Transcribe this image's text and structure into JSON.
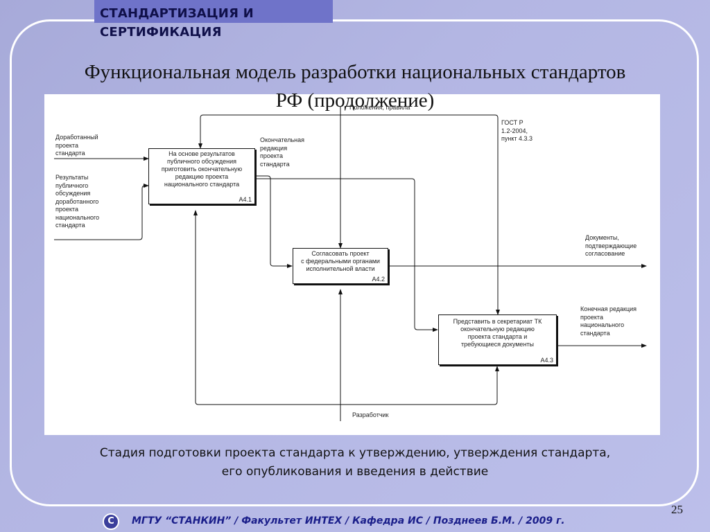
{
  "header": {
    "title": "СТАНДАРТИЗАЦИЯ И СЕРТИФИКАЦИЯ"
  },
  "slide": {
    "title": "Функциональная модель разработки национальных стандартов РФ (продолжение)",
    "caption": "Стадия подготовки проекта стандарта к утверждению, утверждения стандарта,\nего опубликования и введения в действие",
    "page_number": "25"
  },
  "diagram": {
    "top_label": "Положения, правила",
    "bottom_label": "Разработчик",
    "inputs": {
      "revised_draft": "Доработанный\nпроекта\nстандарта",
      "public_results": "Результаты\nпубличного\nобсуждения\nдоработанного\nпроекта\nнационального\nстандарта"
    },
    "final_edition_label": "Окончательная\nредакция\nпроекта\nстандарта",
    "gost_label": "ГОСТ Р\n1.2-2004,\nпункт 4.3.3",
    "outputs": {
      "documents": "Документы,\nподтверждающие\nсогласование",
      "final_edition": "Конечная редакция\nпроекта\nнационального\nстандарта"
    },
    "boxes": [
      {
        "id": "A4.1",
        "text": "На основе результатов\nпубличного обсуждения\nприготовить окончательную\nредакцию проекта\nнационального стандарта"
      },
      {
        "id": "A4.2",
        "text": "Согласовать проект\nс федеральными органами\nисполнительной власти"
      },
      {
        "id": "A4.3",
        "text": "Представить в секретариат ТК\nокончательную редакцию\nпроекта стандарта и\nтребующиеся документы"
      }
    ]
  },
  "footer": {
    "copyright_symbol": "С",
    "text": "МГТУ “СТАНКИН” / Факультет ИНТЕХ / Кафедра ИС / Позднеев Б.М. / 2009 г."
  }
}
